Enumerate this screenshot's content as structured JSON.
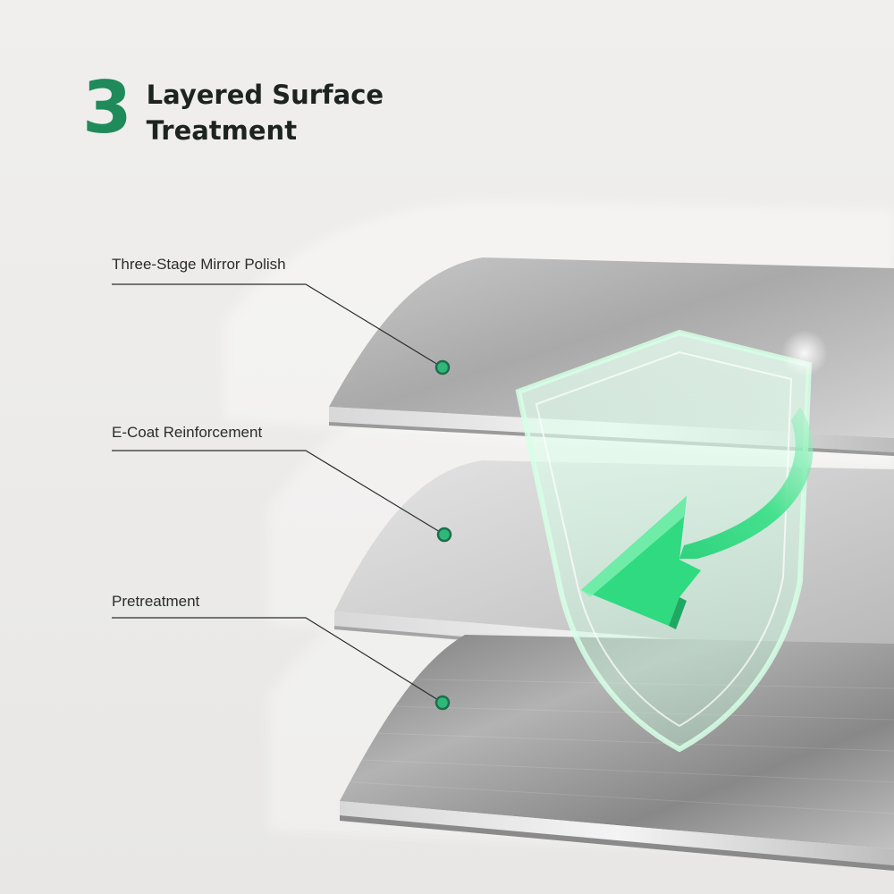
{
  "heading": {
    "number": "3",
    "title_line1": "Layered Surface",
    "title_line2": "Treatment"
  },
  "layers": [
    {
      "label": "Three-Stage Mirror Polish"
    },
    {
      "label": "E-Coat Reinforcement"
    },
    {
      "label": "Pretreatment"
    }
  ],
  "colors": {
    "accent_green": "#1f8a5a",
    "marker_green": "#2fb87a",
    "background": "#ecebe9"
  },
  "icons": [
    "shield-icon",
    "arrow-icon"
  ]
}
